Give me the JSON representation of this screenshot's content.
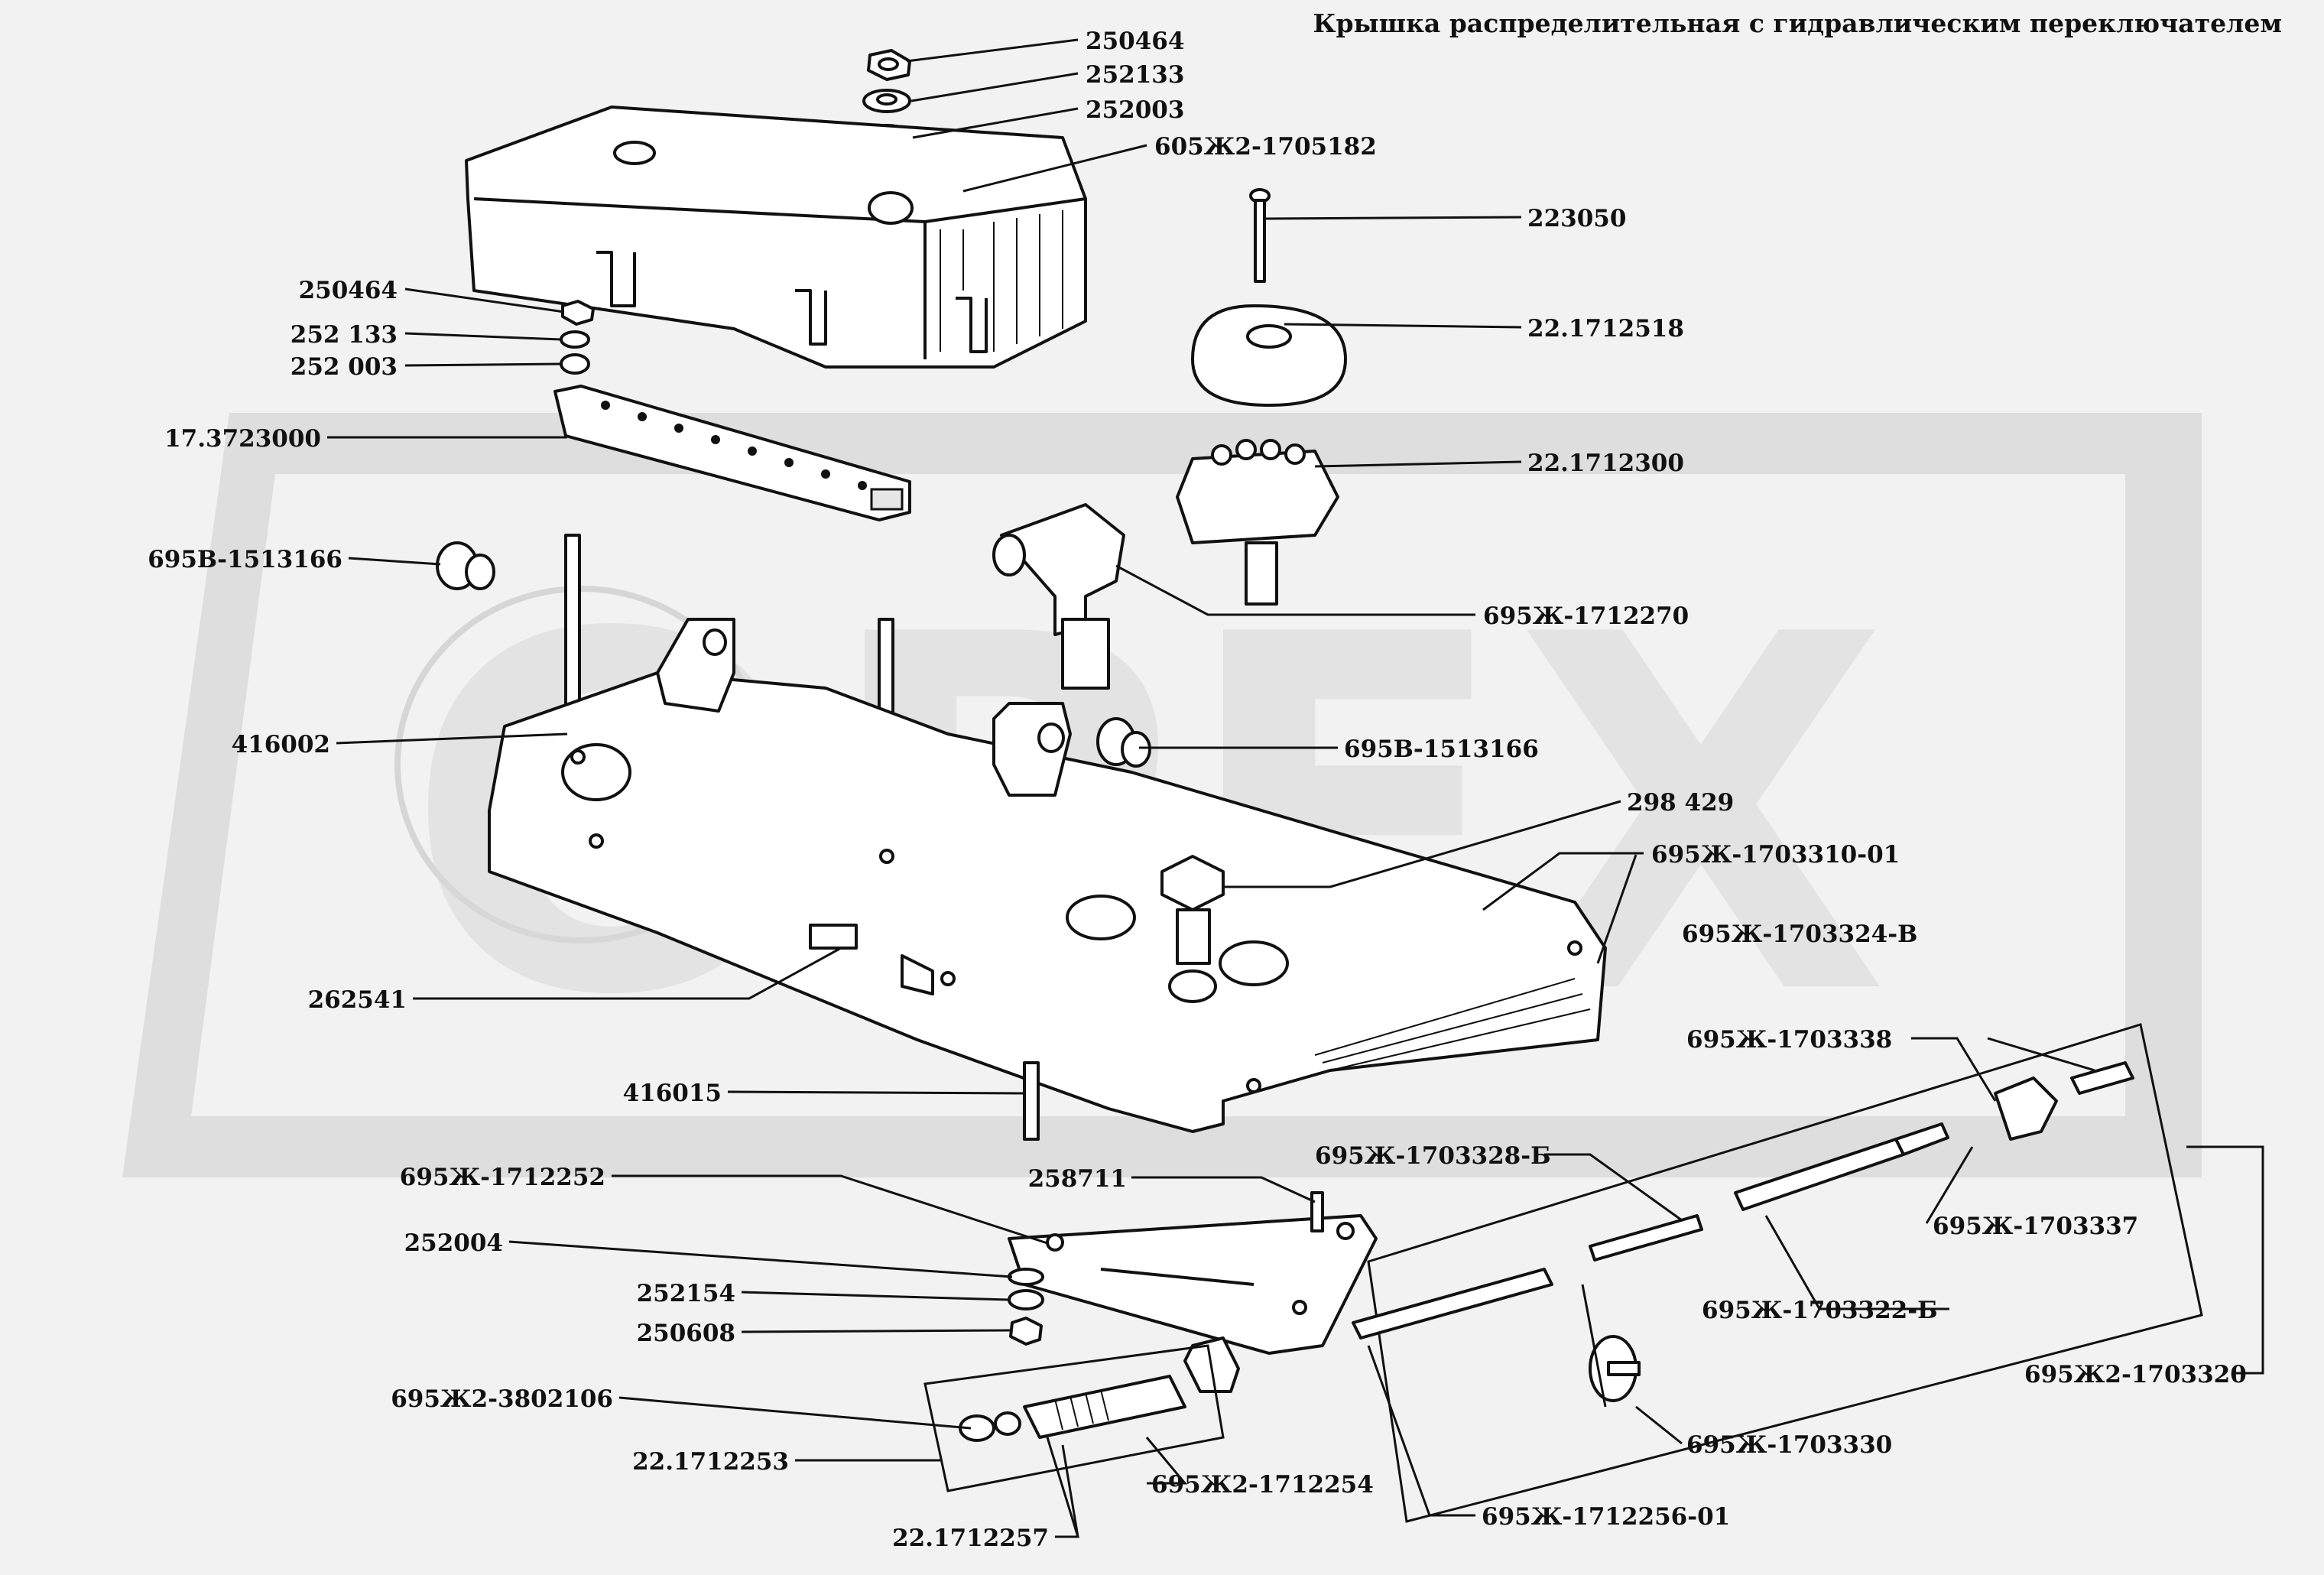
{
  "title": "Крышка распределительная с гидравлическим переключателем",
  "watermark_text": "ОРЕХ",
  "labels": {
    "l250464_top": "250464",
    "l252133_top": "252133",
    "l252003_top": "252003",
    "l605zh2_1705182": "605Ж2-1705182",
    "l223050": "223050",
    "l22_1712518": "22.1712518",
    "l250464_left": "250464",
    "l252133_left": "252 133",
    "l252003_left": "252 003",
    "l17_3723000": "17.3723000",
    "l22_1712300": "22.1712300",
    "l695v_1513166_left": "695В-1513166",
    "l695zh_1712270": "695Ж-1712270",
    "l416002": "416002",
    "l695v_1513166_mid": "695В-1513166",
    "l298429": "298 429",
    "l695zh_1703310_01": "695Ж-1703310-01",
    "l695zh_1703324_v": "695Ж-1703324-В",
    "l262541": "262541",
    "l695zh_1703338": "695Ж-1703338",
    "l416015": "416015",
    "l695zh_1703328_b": "695Ж-1703328-Б",
    "l695zh_1712252": "695Ж-1712252",
    "l258711": "258711",
    "l695zh_1703337": "695Ж-1703337",
    "l252004": "252004",
    "l252154": "252154",
    "l695zh_1703322_b": "695Ж-1703322-Б",
    "l250608": "250608",
    "l695zh2_1703320": "695Ж2-1703320",
    "l695zh2_3802106": "695Ж2-3802106",
    "l695zh_1703330": "695Ж-1703330",
    "l22_1712253": "22.1712253",
    "l695zh2_1712254": "695Ж2-1712254",
    "l695zh_1712256_01": "695Ж-1712256-01",
    "l22_1712257": "22.1712257"
  },
  "colors": {
    "background": "#f2f2f2",
    "ink": "#111111",
    "watermark": "#dcdcdc"
  }
}
